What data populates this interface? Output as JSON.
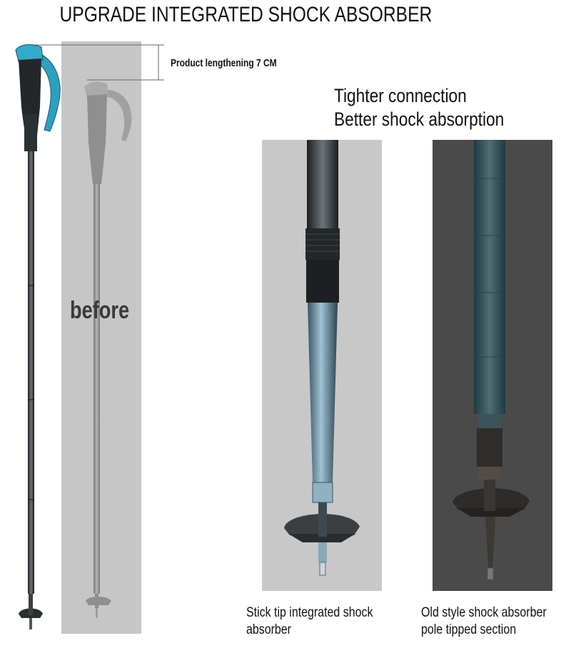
{
  "title": "UPGRADE INTEGRATED SHOCK ABSORBER",
  "length_label": "Product lengthening  7 CM",
  "headline": {
    "line1": "Tighter connection",
    "line2": "Better shock absorption"
  },
  "before_label": "before",
  "captions": {
    "left": [
      "Stick tip integrated shock",
      "absorber"
    ],
    "right": [
      "Old style shock absorber",
      "pole tipped section"
    ]
  },
  "colors": {
    "accent_blue": "#2e9fc0",
    "panel_light_gray": "#c6c6c6",
    "panel_dark_gray": "#4a4a4a",
    "pole_dark": "#1f2326"
  }
}
